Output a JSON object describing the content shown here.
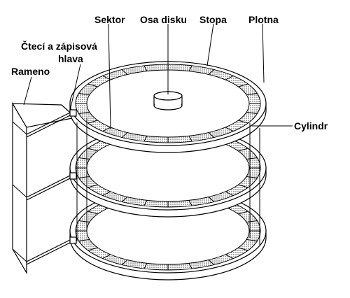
{
  "labels": {
    "sector": "Sektor",
    "axis": "Osa disku",
    "track": "Stopa",
    "platter": "Plotna",
    "head_line1": "Čtecí a zápisová",
    "head_line2": "hlava",
    "arm": "Rameno",
    "cylinder": "Cylindr"
  },
  "colors": {
    "ink": "#000000",
    "platter_fill": "#ffffff",
    "track_fill": "#c8c8c8",
    "background": "#ffffff"
  },
  "platters": 3,
  "sectors_per_track": 24
}
